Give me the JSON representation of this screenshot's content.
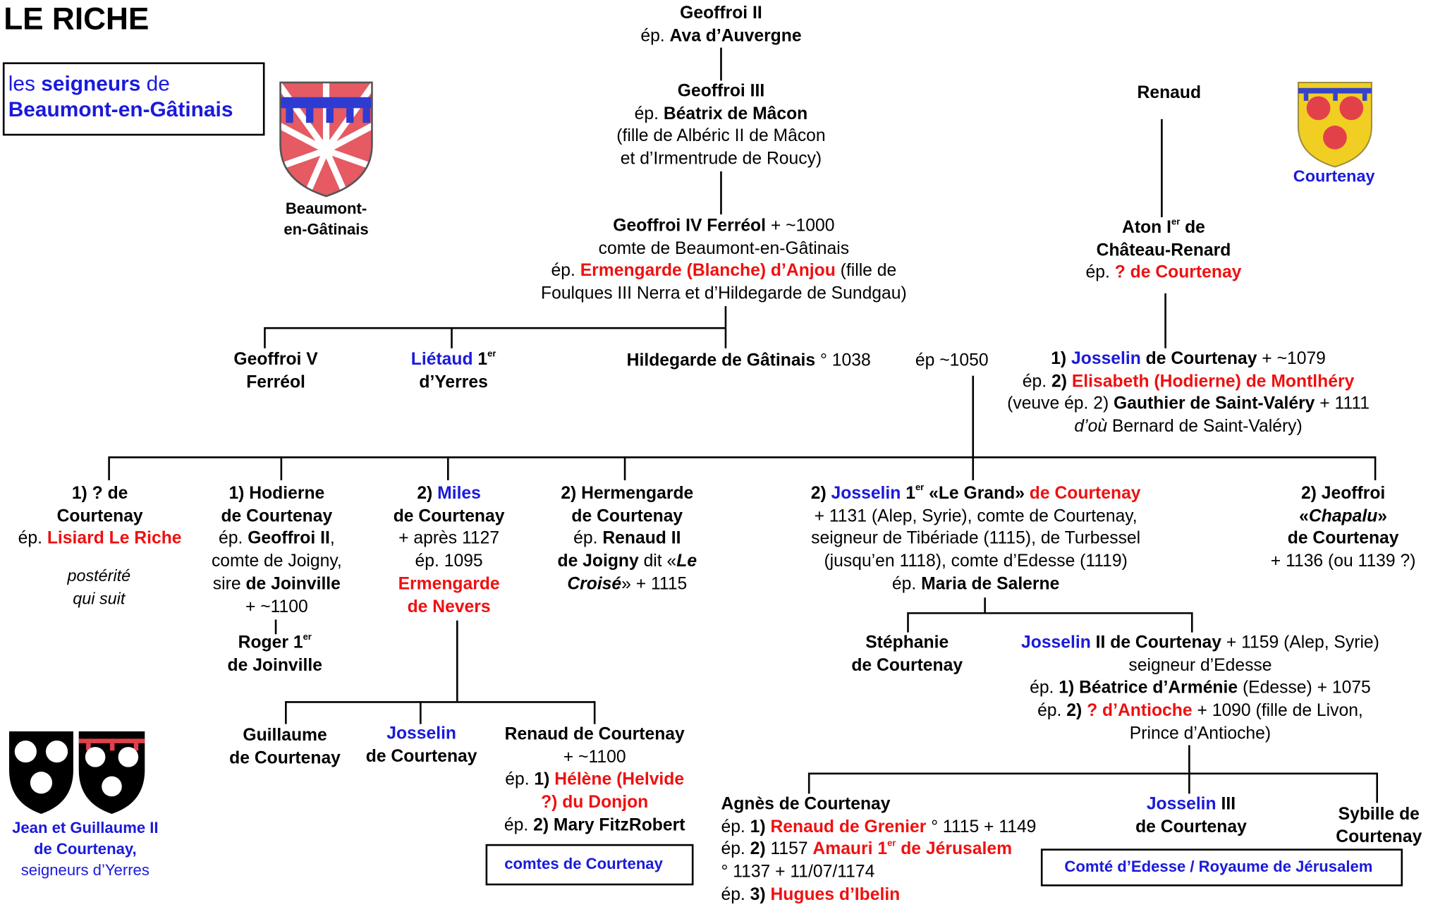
{
  "title": "LE RICHE",
  "legend": {
    "prefix": "les ",
    "bold": "seigneurs",
    "mid": " de",
    "place": "Beaumont-en-Gâtinais"
  },
  "arms": {
    "beaumont": {
      "line1": "Beaumont-",
      "line2": "en-Gâtinais"
    },
    "courtenay": "Courtenay",
    "yerres": {
      "line1": "Jean et Guillaume II",
      "line2": "de Courtenay,",
      "line3": "seigneurs  d’Yerres"
    }
  },
  "colors": {
    "blue": "#1a1adb",
    "red": "#ee1111",
    "black": "#000000",
    "courtenay_or": "#f1cf22",
    "courtenay_gules": "#e2414a"
  },
  "people": {
    "geoffroi2": {
      "name": "Geoffroi II",
      "ep": "ép. ",
      "spouse": "Ava d’Auvergne"
    },
    "geoffroi3": {
      "name": "Geoffroi III",
      "ep": "ép. ",
      "spouse": "Béatrix de Mâcon",
      "note1": "(fille de Albéric II de Mâcon",
      "note2": "et d’Irmentrude de Roucy)"
    },
    "geoffroi4": {
      "name": "Geoffroi IV Ferréol",
      "death": " + ~1000",
      "title": "comte de Beaumont-en-Gâtinais",
      "ep": "ép. ",
      "spouse": "Ermengarde (Blanche) d’Anjou",
      "note1": " (fille de",
      "note2": "Foulques III Nerra et d’Hildegarde de Sundgau)"
    },
    "geoffroi5": {
      "line1": "Geoffroi V",
      "line2": "Ferréol"
    },
    "lietaud": {
      "name": "Liétaud",
      "num": " 1",
      "sup": "er",
      "line2": "d’Yerres"
    },
    "hildegarde": {
      "name": "Hildegarde de Gâtinais",
      "birth": " ° 1038"
    },
    "ep1050": "ép ~1050",
    "renaud": {
      "name": "Renaud"
    },
    "aton": {
      "name": "Aton I",
      "sup": "er",
      "name2": " de",
      "line2": "Château-Renard",
      "ep": "ép. ",
      "spouse": "?  de Courtenay"
    },
    "josselin_sr": {
      "num": "1) ",
      "first": "Josselin",
      "rest": " de Courtenay",
      "death": " + ~1079",
      "ep": "ép. ",
      "num2": "2) ",
      "spouse": "Elisabeth (Hodierne) de Montlhéry",
      "widow": "(veuve ép. 2) ",
      "widow_name": "Gauthier de Saint-Valéry",
      "widow_death": " + 1111",
      "dou": "d’où",
      "dou_rest": " Bernard de Saint-Valéry)"
    },
    "unknown": {
      "line1": "1) ? de",
      "line2": "Courtenay",
      "ep": "ép. ",
      "spouse": "Lisiard Le Riche",
      "post1": "postérité",
      "post2": "qui suit"
    },
    "hodierne": {
      "line1": "1) Hodierne",
      "line2": "de Courtenay",
      "ep": "ép. ",
      "spouse": "Geoffroi II",
      "comma": ",",
      "l4": "comte de Joigny,",
      "l5a": "sire ",
      "l5b": "de Joinville",
      "l6": "+ ~1100"
    },
    "roger": {
      "name": "Roger 1",
      "sup": "er",
      "line2": "de  Joinville"
    },
    "miles": {
      "num": "2) ",
      "name": "Miles",
      "line2": "de Courtenay",
      "l3": "+ après 1127",
      "l4": "ép. 1095",
      "spouse1": "Ermengarde",
      "spouse2": "de Nevers"
    },
    "hermengarde": {
      "line1": "2) Hermengarde",
      "line2": "de Courtenay",
      "ep": "ép. ",
      "spouse": "Renaud II",
      "l4a": "de Joigny",
      "l4b": " dit «",
      "l4c": "Le",
      "l5a": "Croisé",
      "l5b": "» + 1115"
    },
    "josselin1": {
      "num": "2) ",
      "name": "Josselin",
      "ord": " 1",
      "sup": "er",
      "nick": " «Le Grand» ",
      "house": "de Courtenay",
      "l2": "+ 1131 (Alep, Syrie), comte de Courtenay,",
      "l3": "seigneur de Tibériade (1115), de Turbessel",
      "l4": "(jusqu’en 1118), comte d’Edesse (1119)",
      "ep": "ép.  ",
      "spouse": "Maria de Salerne"
    },
    "jeoffroi": {
      "l1a": "2) Jeoffroi",
      "l2a": "«",
      "l2b": "Chapalu",
      "l2c": "»",
      "l3": "de Courtenay",
      "l4": "+ 1136 (ou 1139 ?)"
    },
    "guillaume": {
      "line1": "Guillaume",
      "line2": "de Courtenay"
    },
    "josselin_m": {
      "line1": "Josselin",
      "line2": "de Courtenay"
    },
    "renaud_c": {
      "name": "Renaud de Courtenay",
      "l2": "+ ~1100",
      "ep1": "ép. ",
      "n1": "1) ",
      "s1a": "Hélène (Helvide",
      "s1b": "?) du Donjon",
      "ep2": "ép. ",
      "n2": "2) ",
      "s2": "Mary FitzRobert"
    },
    "stephanie": {
      "line1": "Stéphanie",
      "line2": "de Courtenay"
    },
    "josselin2": {
      "name": "Josselin",
      "rest": " II de Courtenay",
      "death": " + 1159 (Alep, Syrie)",
      "l2": "seigneur d’Edesse",
      "ep1": "ép. ",
      "s1": "1) Béatrice d’Arménie",
      "s1note": " (Edesse) + 1075",
      "ep2": "ép. ",
      "n2": "2) ",
      "s2": "? d’Antioche",
      "s2note": " + 1090 (fille de Livon,",
      "l6": "Prince d’Antioche)"
    },
    "agnes": {
      "name": "Agnès de Courtenay",
      "ep1": "ép. ",
      "n1": "1) ",
      "s1": "Renaud de Grenier",
      "s1note": " ° 1115 + 1149",
      "ep2": "ép. ",
      "n2": "2) ",
      "s2pre": "1157 ",
      "s2": "Amauri 1",
      "sup": "er",
      "s2b": " de Jérusalem",
      "dates": "° 1137 + 11/07/1174",
      "ep3": "ép. ",
      "n3": "3) ",
      "s3": "Hugues d’Ibelin"
    },
    "josselin3": {
      "name": "Josselin",
      "rest": " III",
      "line2": "de Courtenay"
    },
    "sybille": {
      "line1": "Sybille de",
      "line2": "Courtenay"
    }
  },
  "boxes": {
    "comtes": "comtes de Courtenay",
    "edesse": "Comté d’Edesse / Royaume de Jérusalem"
  }
}
